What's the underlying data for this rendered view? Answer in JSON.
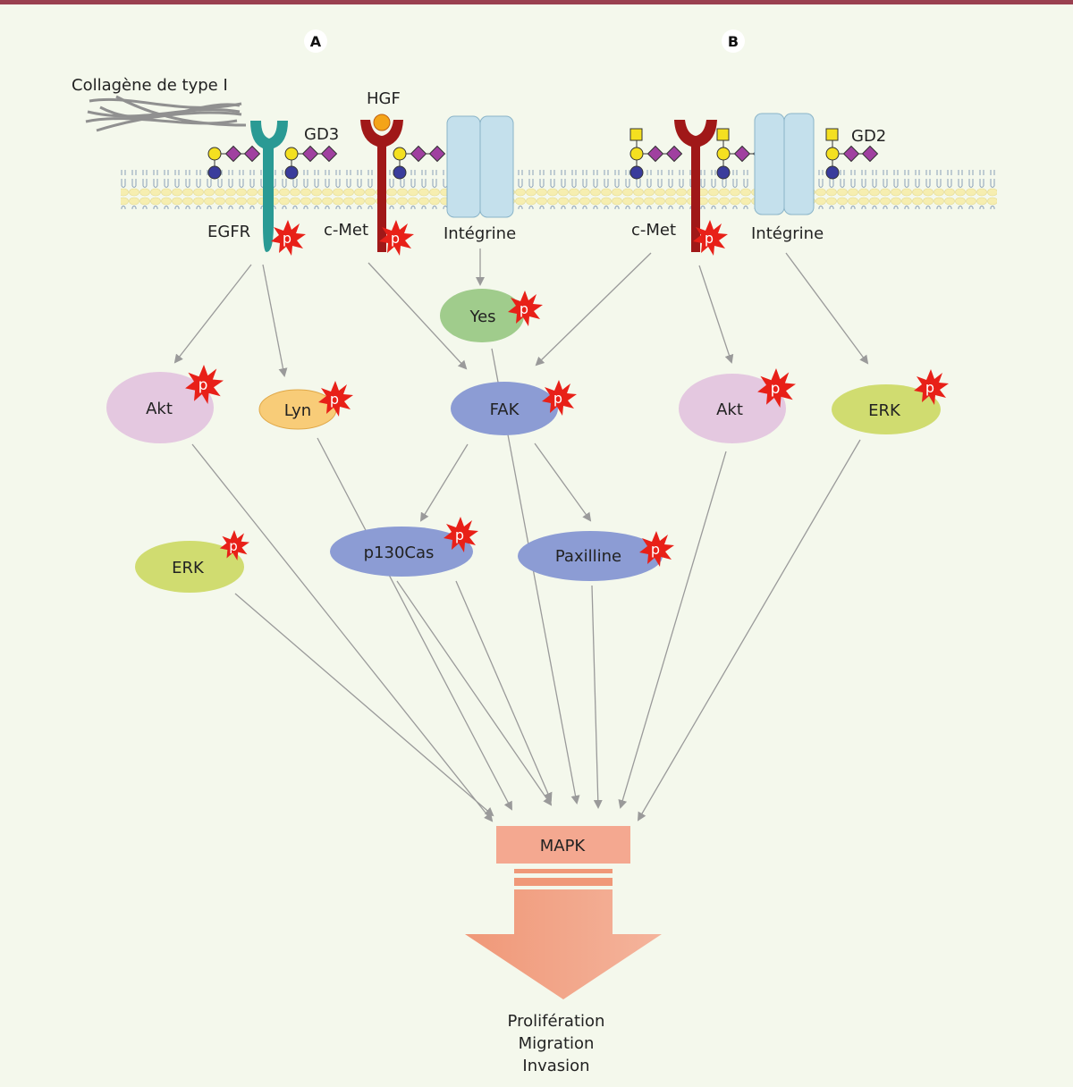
{
  "panels": [
    {
      "id": "A",
      "label": "A"
    },
    {
      "id": "B",
      "label": "B"
    }
  ],
  "extracellular": {
    "collagen_label": "Collagène de type I",
    "hgf_label": "HGF",
    "gd3_label": "GD3",
    "gd2_label": "GD2"
  },
  "receptors": {
    "egfr": "EGFR",
    "cmet_a": "c-Met",
    "integrin_a": "Intégrine",
    "cmet_b": "c-Met",
    "integrin_b": "Intégrine"
  },
  "phospho_marker": "p",
  "nodes": {
    "yes": "Yes",
    "akt_a": "Akt",
    "lyn": "Lyn",
    "fak": "FAK",
    "akt_b": "Akt",
    "erk_b": "ERK",
    "erk_a": "ERK",
    "p130cas": "p130Cas",
    "paxilline": "Paxilline",
    "mapk": "MAPK"
  },
  "outcomes": [
    "Prolifération",
    "Migration",
    "Invasion"
  ],
  "colors": {
    "background": "#f4f8ec",
    "egfr": "#2a9a94",
    "cmet": "#a01818",
    "integrin": "#c4e0ec",
    "akt": "#e4c8e0",
    "lyn": "#f8cc78",
    "yes": "#a0cc8c",
    "fak": "#8c9cd4",
    "erk": "#d0dc70",
    "mapk": "#f4a890",
    "phospho": "#e82018",
    "arrow": "#9a9a9a"
  }
}
